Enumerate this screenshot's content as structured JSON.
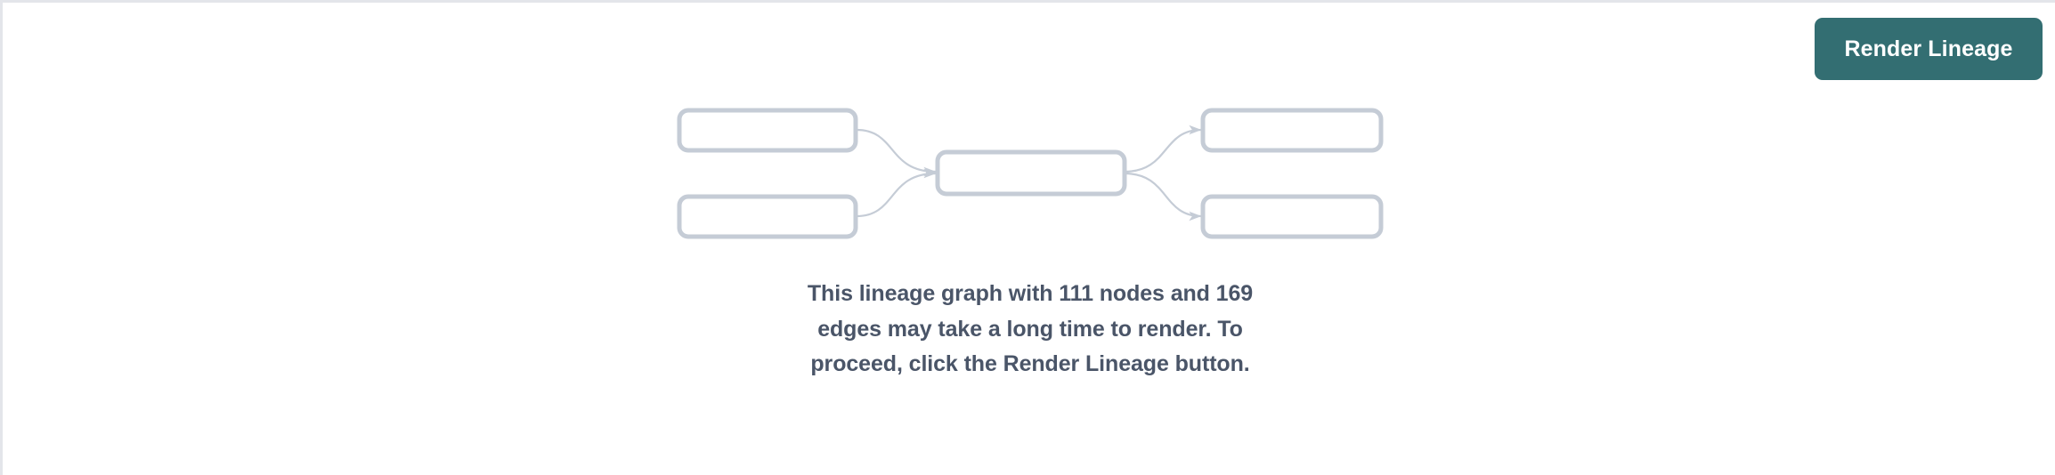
{
  "panel": {
    "background_color": "#ffffff",
    "border_color": "#e3e5ea"
  },
  "toolbar": {
    "render_lineage_label": "Render Lineage",
    "render_lineage_color": "#336E72",
    "render_lineage_text_color": "#ffffff"
  },
  "placeholder": {
    "message": "This lineage graph with 111 nodes and 169 edges may take a long time to render. To proceed, click the Render Lineage button.",
    "message_color": "#4A5568",
    "node_count": 111,
    "edge_count": 169
  },
  "illustration": {
    "node_stroke_color": "#C5CCD6",
    "edge_stroke_color": "#C5CCD6",
    "node_fill_color": "#ffffff",
    "nodes": [
      {
        "id": "source-node-1",
        "column": "left",
        "row": "top"
      },
      {
        "id": "source-node-2",
        "column": "left",
        "row": "bottom"
      },
      {
        "id": "center-node",
        "column": "center",
        "row": "middle"
      },
      {
        "id": "target-node-1",
        "column": "right",
        "row": "top"
      },
      {
        "id": "target-node-2",
        "column": "right",
        "row": "bottom"
      }
    ],
    "edges": [
      {
        "from": "source-node-1",
        "to": "center-node"
      },
      {
        "from": "source-node-2",
        "to": "center-node"
      },
      {
        "from": "center-node",
        "to": "target-node-1"
      },
      {
        "from": "center-node",
        "to": "target-node-2"
      }
    ]
  }
}
